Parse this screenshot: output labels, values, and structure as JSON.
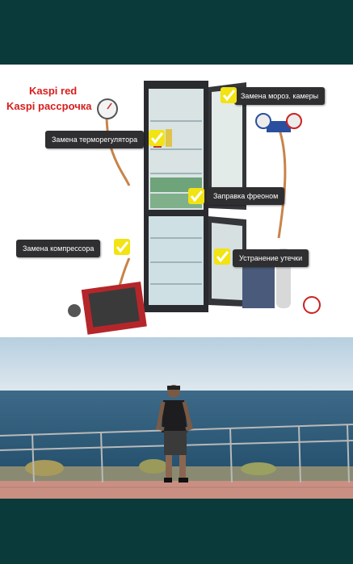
{
  "ad": {
    "brand_line1": "Kaspi red",
    "brand_line2": "Kaspi рассрочка",
    "labels": {
      "freezer": "Замена мороз. камеры",
      "thermostat": "Замена терморегулятора",
      "freon": "Заправка фреоном",
      "compressor": "Замена компрессора",
      "leak": "Устранение утечки"
    },
    "icons": [
      "check-icon",
      "manometer-icon",
      "fridge-illustration",
      "tool-case-icon",
      "gas-cylinder-icon"
    ]
  },
  "photo": {
    "subject": "man-standing-by-sea"
  },
  "colors": {
    "band": "#0b3a3b",
    "brand_red": "#d71d1d",
    "label_bg": "#2f2f31",
    "check_yellow": "#f2e312",
    "sky": "#cfe0ea",
    "sea": "#2c5a78"
  }
}
